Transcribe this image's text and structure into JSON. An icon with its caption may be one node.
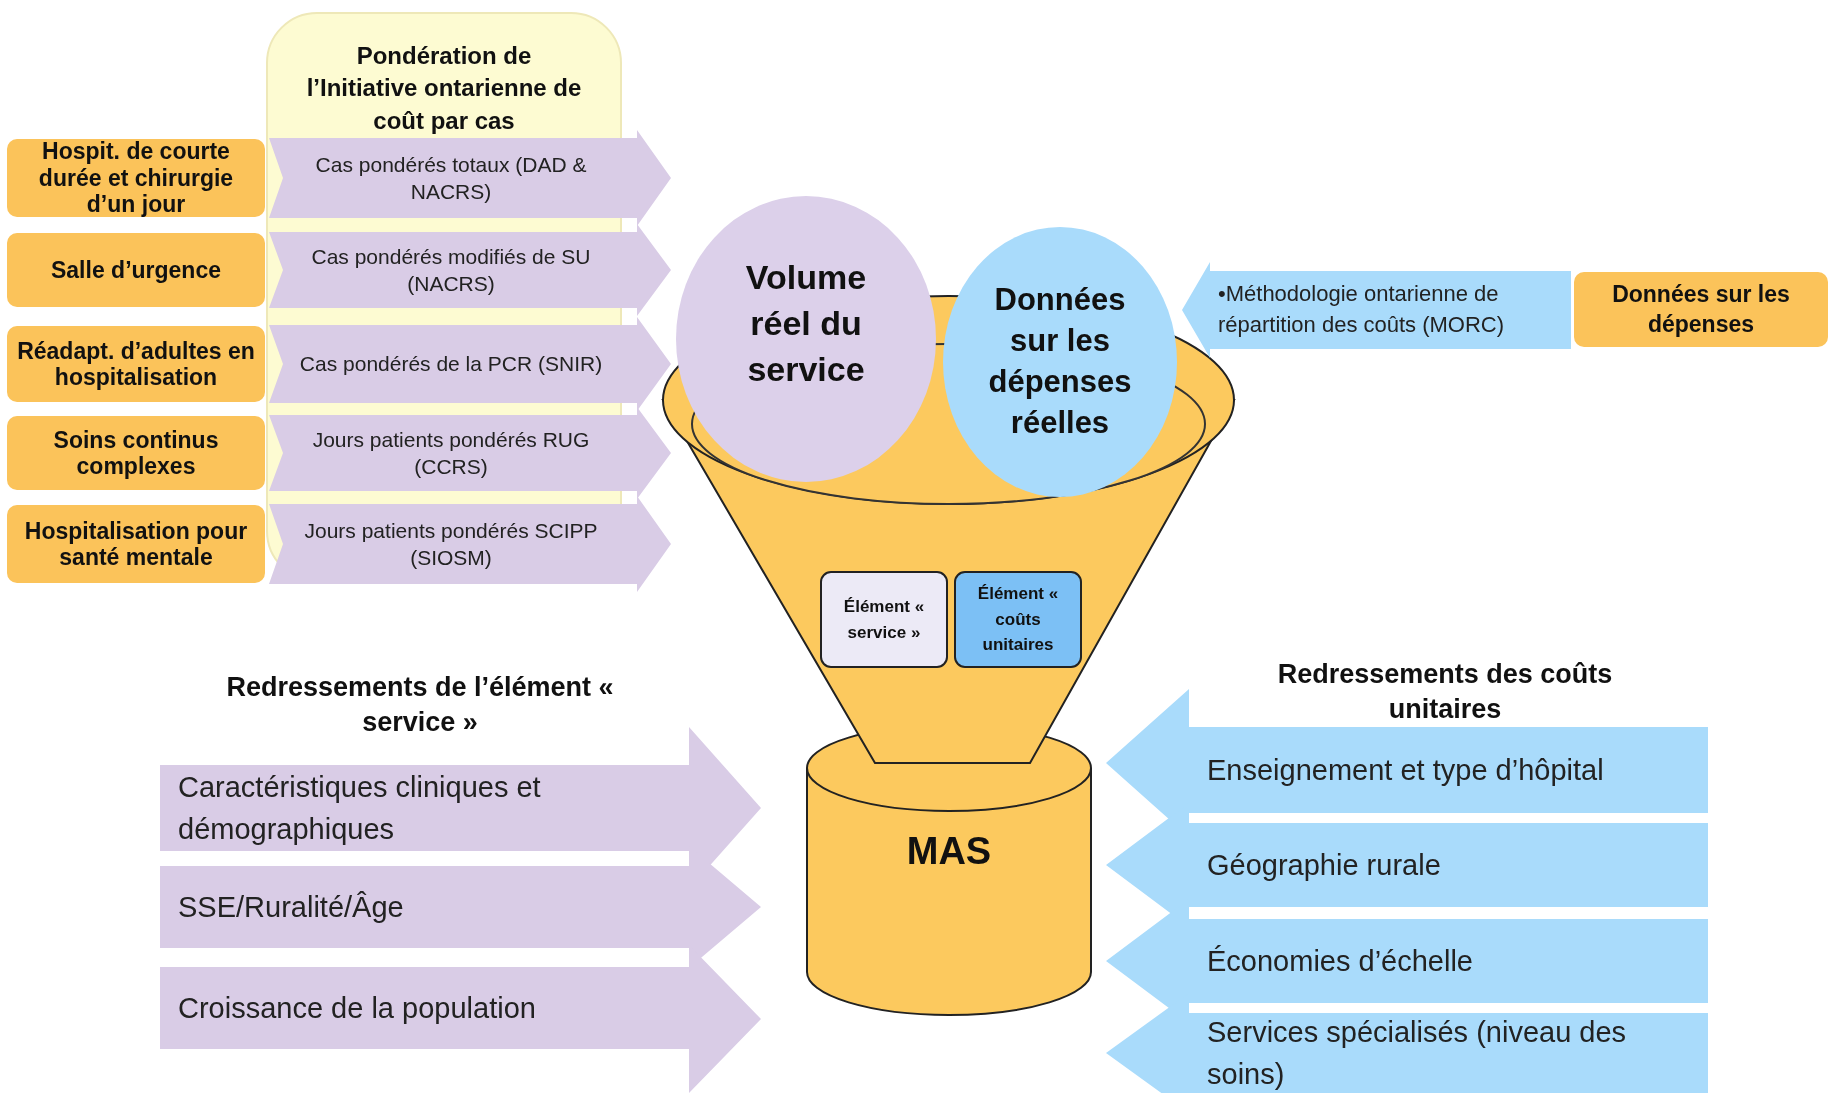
{
  "diagram": {
    "nodes": [
      {
        "text": [
          "Pondération de l’Initiative ontarienne de coût par cas"
        ]
      },
      {
        "text": [
          "Hospit. de courte durée et chirurgie d’un jour"
        ]
      },
      {
        "text": [
          "Salle d’urgence"
        ]
      },
      {
        "text": [
          "Réadapt. d’adultes en hospitalisation"
        ]
      },
      {
        "text": [
          "Soins continus complexes"
        ]
      },
      {
        "text": [
          "Hospitalisation pour santé mentale"
        ]
      },
      {
        "text": [
          "Cas pondérés totaux (DAD & NACRS)"
        ]
      },
      {
        "text": [
          "Cas pondérés modifiés de SU (NACRS)"
        ]
      },
      {
        "text": [
          "Cas pondérés de la PCR (SNIR)"
        ]
      },
      {
        "text": [
          "Jours patients pondérés RUG (CCRS)"
        ]
      },
      {
        "text": [
          "Jours patients pondérés SCIPP (SIOSM)"
        ]
      },
      {
        "text": [
          "Volume réel du service"
        ]
      },
      {
        "text": [
          "Données sur les dépenses réelles"
        ]
      },
      {
        "text": [
          "•Méthodologie ontarienne de répartition des coûts (MORC)"
        ]
      },
      {
        "text": [
          "Données sur les dépenses"
        ]
      },
      {
        "text": [],
        "shape": "funnel"
      },
      {
        "text": [
          "Élément « service »"
        ],
        "in": 15
      },
      {
        "text": [
          "Élément « coûts unitaires"
        ],
        "in": 15
      },
      {
        "text": [
          "MAS"
        ]
      },
      {
        "text": [
          "Caractéristiques cliniques et démographiques"
        ]
      },
      {
        "text": [
          "SSE/Ruralité/Âge"
        ]
      },
      {
        "text": [
          "Croissance de la population"
        ]
      },
      {
        "text": [
          "Enseignement et type d’hôpital"
        ]
      },
      {
        "text": [
          "Géographie rurale"
        ]
      },
      {
        "text": [
          "Économies d’échelle"
        ]
      },
      {
        "text": [
          "Services spécialisés (niveau des soins)"
        ]
      }
    ],
    "labels": [
      "Redressements de l’élément « service »",
      "Redressements des coûts unitaires"
    ]
  }
}
